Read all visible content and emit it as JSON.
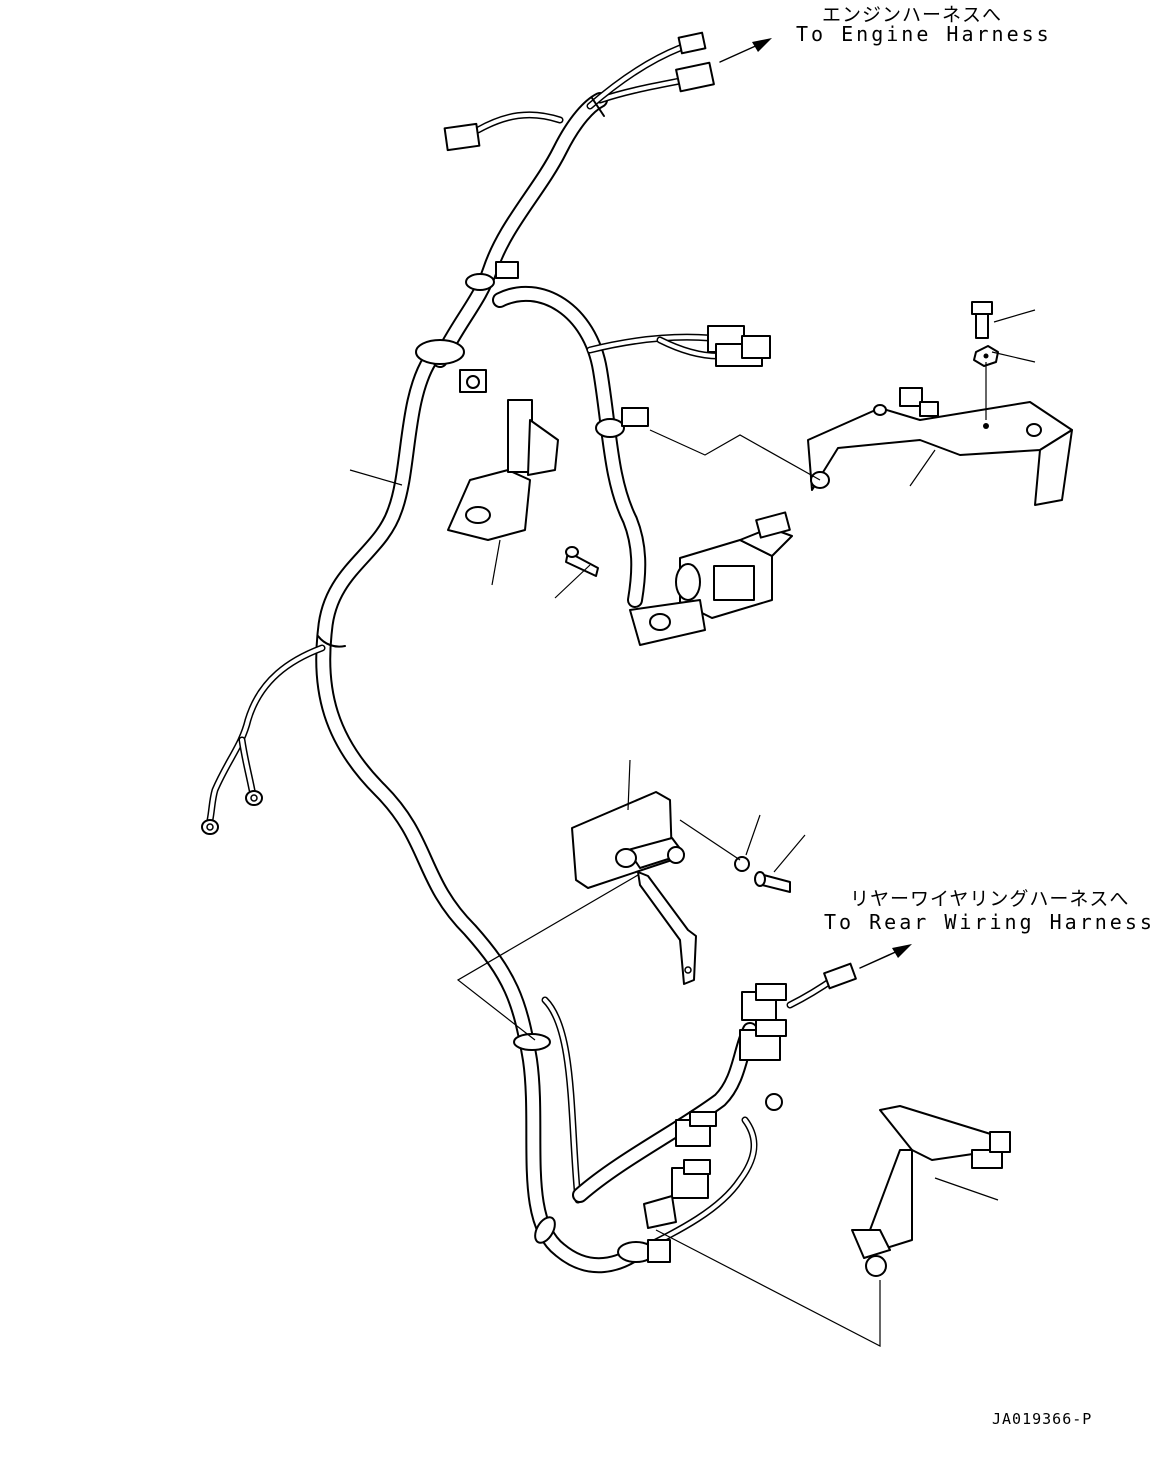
{
  "labels": {
    "engine_harness_jp": "エンジンハーネスへ",
    "engine_harness_en": "To Engine Harness",
    "rear_harness_jp": "リヤーワイヤリングハーネスへ",
    "rear_harness_en": "To Rear Wiring Harness",
    "drawing_code": "JA019366-P"
  }
}
